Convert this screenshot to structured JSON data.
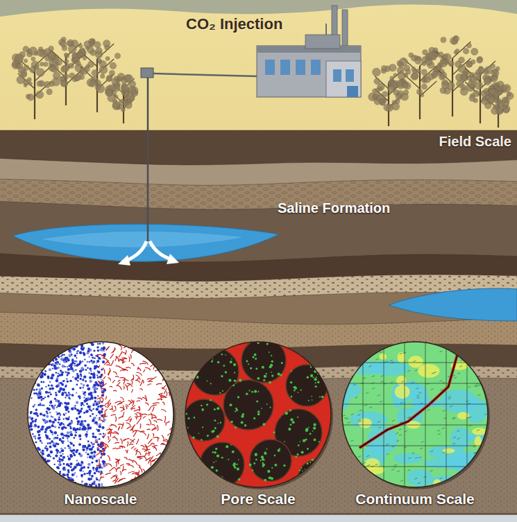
{
  "diagram": {
    "nodes": [
      {
        "text": [
          "Nanoscale"
        ]
      },
      {
        "text": [
          "Pore Scale"
        ]
      },
      {
        "text": [
          "Continuum Scale"
        ]
      }
    ],
    "labels": [
      "CO₂ Injection",
      "Field Scale",
      "Saline Formation"
    ]
  }
}
